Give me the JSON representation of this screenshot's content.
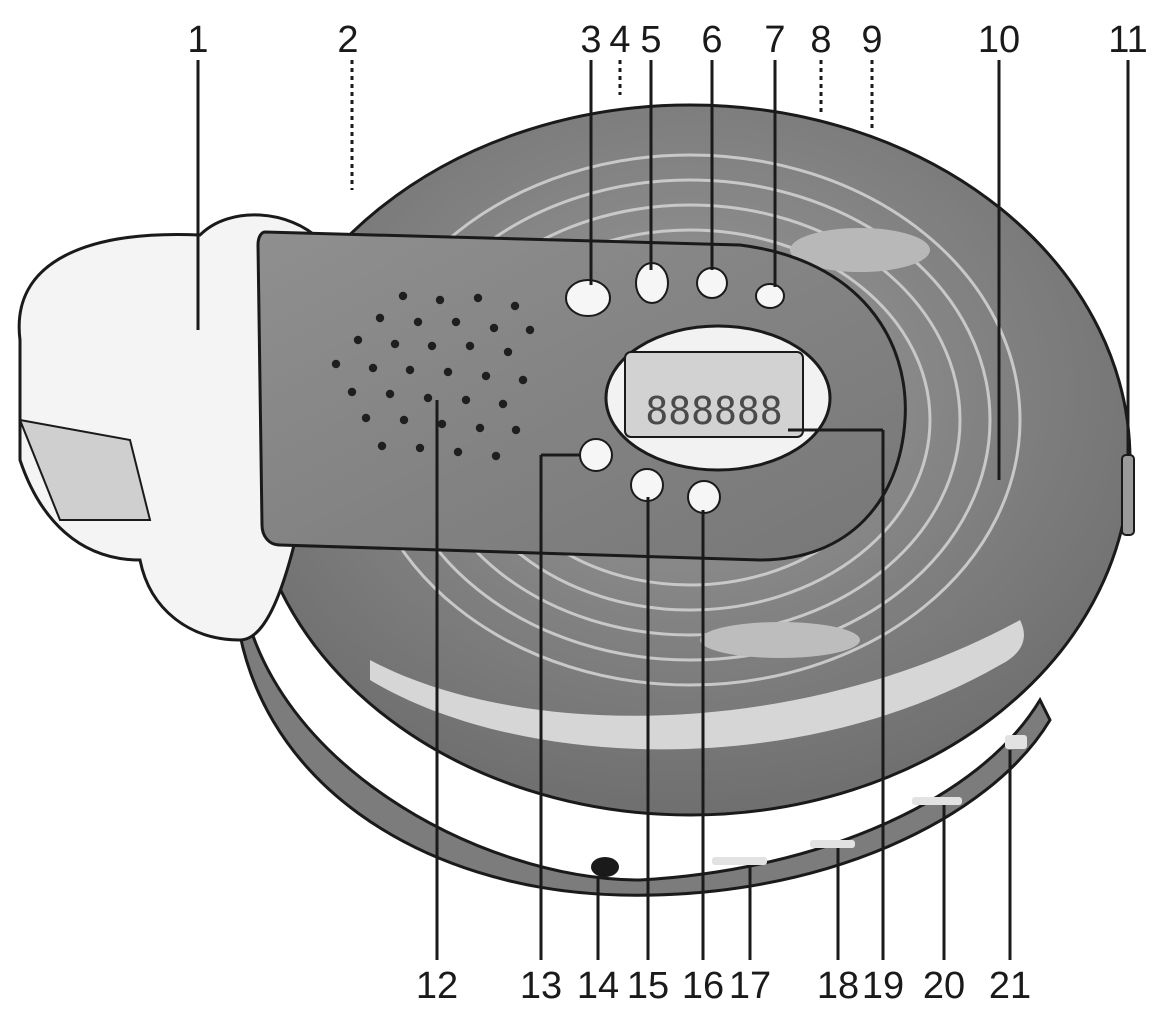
{
  "diagram": {
    "display_digits": "888888",
    "callouts": [
      {
        "id": "1",
        "label": "1",
        "style": "solid"
      },
      {
        "id": "2",
        "label": "2",
        "style": "dotted"
      },
      {
        "id": "3",
        "label": "3",
        "style": "solid"
      },
      {
        "id": "4",
        "label": "4",
        "style": "dotted"
      },
      {
        "id": "5",
        "label": "5",
        "style": "solid"
      },
      {
        "id": "6",
        "label": "6",
        "style": "solid"
      },
      {
        "id": "7",
        "label": "7",
        "style": "solid"
      },
      {
        "id": "8",
        "label": "8",
        "style": "dotted"
      },
      {
        "id": "9",
        "label": "9",
        "style": "dotted"
      },
      {
        "id": "10",
        "label": "10",
        "style": "solid"
      },
      {
        "id": "11",
        "label": "11",
        "style": "solid"
      },
      {
        "id": "12",
        "label": "12",
        "style": "solid"
      },
      {
        "id": "13",
        "label": "13",
        "style": "solid"
      },
      {
        "id": "14",
        "label": "14",
        "style": "solid"
      },
      {
        "id": "15",
        "label": "15",
        "style": "solid"
      },
      {
        "id": "16",
        "label": "16",
        "style": "solid"
      },
      {
        "id": "17",
        "label": "17",
        "style": "solid"
      },
      {
        "id": "18",
        "label": "18",
        "style": "solid"
      },
      {
        "id": "19",
        "label": "19",
        "style": "solid"
      },
      {
        "id": "20",
        "label": "20",
        "style": "solid"
      },
      {
        "id": "21",
        "label": "21",
        "style": "solid"
      }
    ]
  }
}
